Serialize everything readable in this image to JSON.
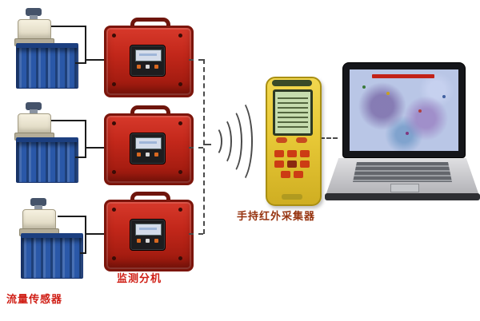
{
  "labels": {
    "flow_sensor": "流量传感器",
    "monitor_unit": "监测分机",
    "handheld_collector": "手持红外采集器"
  },
  "components": {
    "flow_sensor_groups": 3,
    "monitor_units": 3,
    "handheld_collectors": 1,
    "computers": 1
  },
  "colors": {
    "case_red": "#c2271a",
    "case_border": "#7c150b",
    "tank_blue": "#2a58a8",
    "handheld_yellow": "#e8c937",
    "lcd_green": "#c6dcae",
    "label_red": "#d01f16",
    "label_dark_red": "#96330f",
    "wire": "#1c1c1c"
  }
}
